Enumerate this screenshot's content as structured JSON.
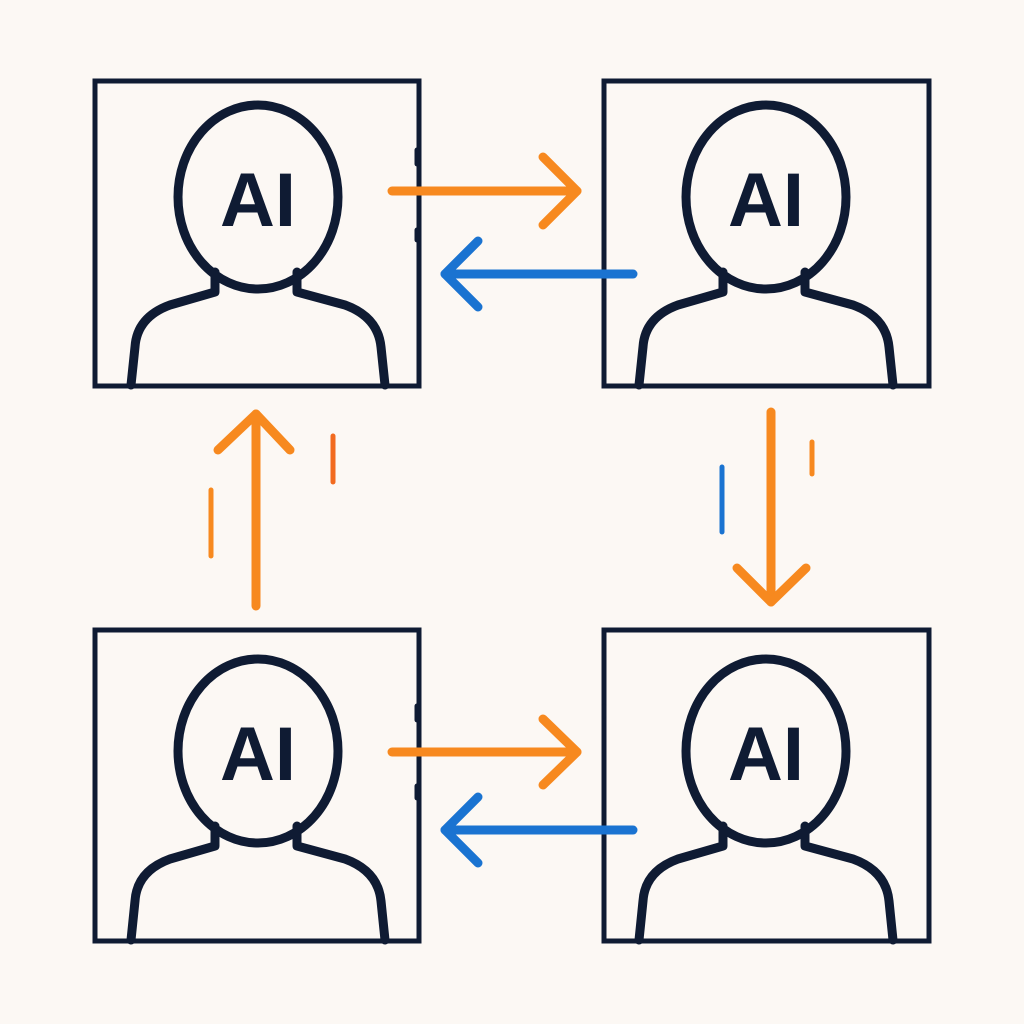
{
  "colors": {
    "background": "#fcf8f4",
    "ink": "#0f1b33",
    "orange": "#f7891f",
    "blue": "#1a73d1",
    "accent_red": "#f26a1f"
  },
  "agents": [
    {
      "id": "agent-top-left",
      "label": "AI",
      "icon": "person-silhouette-icon"
    },
    {
      "id": "agent-top-right",
      "label": "AI",
      "icon": "person-silhouette-icon"
    },
    {
      "id": "agent-bottom-left",
      "label": "AI",
      "icon": "person-silhouette-icon"
    },
    {
      "id": "agent-bottom-right",
      "label": "AI",
      "icon": "person-silhouette-icon"
    }
  ],
  "connections": [
    {
      "from": "agent-top-left",
      "to": "agent-top-right",
      "color": "orange"
    },
    {
      "from": "agent-top-right",
      "to": "agent-top-left",
      "color": "blue"
    },
    {
      "from": "agent-top-right",
      "to": "agent-bottom-right",
      "color": "orange"
    },
    {
      "from": "agent-bottom-left",
      "to": "agent-top-left",
      "color": "orange"
    },
    {
      "from": "agent-bottom-left",
      "to": "agent-bottom-right",
      "color": "orange"
    },
    {
      "from": "agent-bottom-right",
      "to": "agent-bottom-left",
      "color": "blue"
    }
  ]
}
